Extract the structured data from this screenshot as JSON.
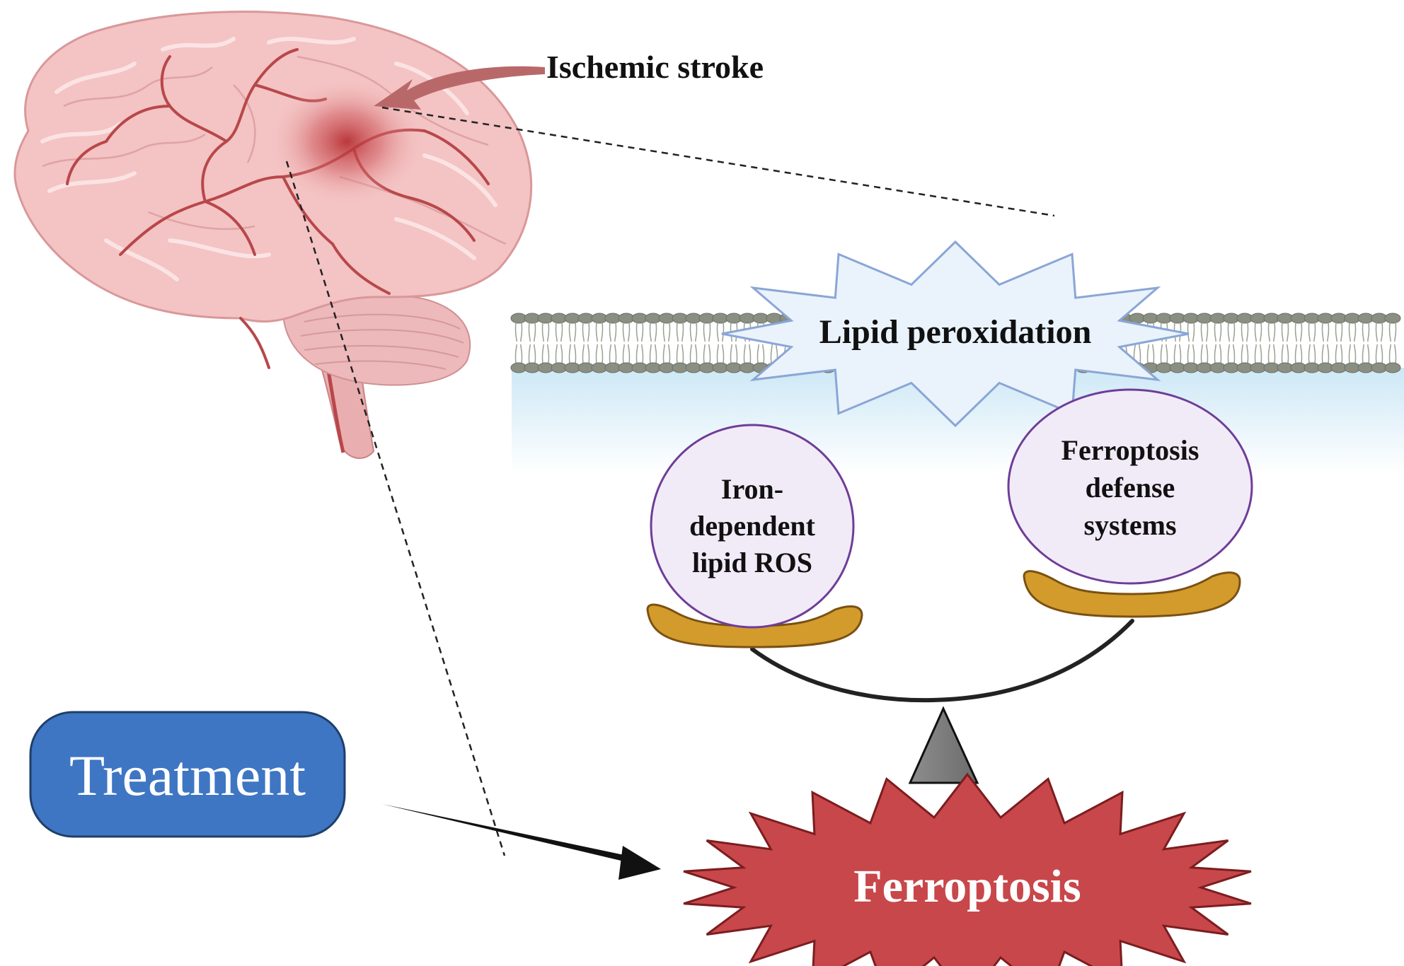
{
  "labels": {
    "ischemic_stroke": "Ischemic stroke",
    "lipid_peroxidation": "Lipid peroxidation",
    "iron_ros": [
      "Iron-",
      "dependent",
      "lipid ROS"
    ],
    "defense": [
      "Ferroptosis",
      "defense",
      "systems"
    ],
    "treatment": "Treatment",
    "ferroptosis": "Ferroptosis"
  },
  "colors": {
    "brain_pink": "#f4c3c3",
    "brain_vessel": "#b8474a",
    "stroke_arrow": "#b9686a",
    "membrane_head": "#8a8f82",
    "cytoplasm": "#d8eef8",
    "burst_fill": "#eaf3fb",
    "burst_stroke": "#8aa6d6",
    "circle_fill": "#f1ebf8",
    "circle_stroke": "#6f3d97",
    "pan_fill": "#d39b2b",
    "pan_stroke": "#7a5113",
    "treatment_fill": "#3e76c3",
    "treatment_stroke": "#1f3f6b",
    "ferroptosis_fill": "#c8474a",
    "ferroptosis_stroke": "#7b1d20",
    "fulcrum_fill": "#7a7a7a"
  }
}
